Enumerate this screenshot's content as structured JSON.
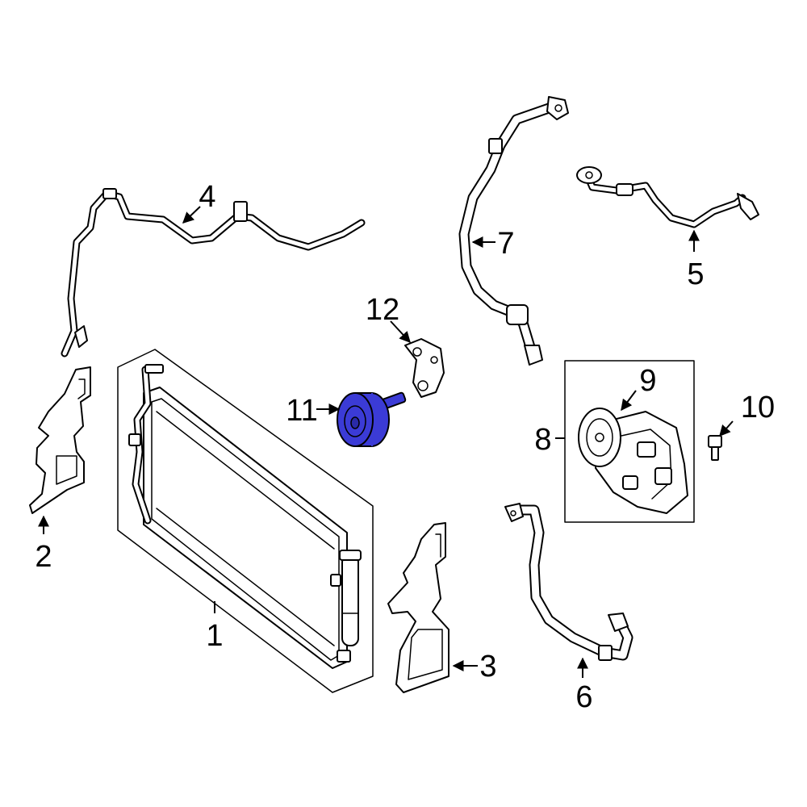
{
  "callouts": {
    "c1": "1",
    "c2": "2",
    "c3": "3",
    "c4": "4",
    "c5": "5",
    "c6": "6",
    "c7": "7",
    "c8": "8",
    "c9": "9",
    "c10": "10",
    "c11": "11",
    "c12": "12"
  },
  "highlight_color": "#3b3bd6",
  "highlighted_part": "11"
}
